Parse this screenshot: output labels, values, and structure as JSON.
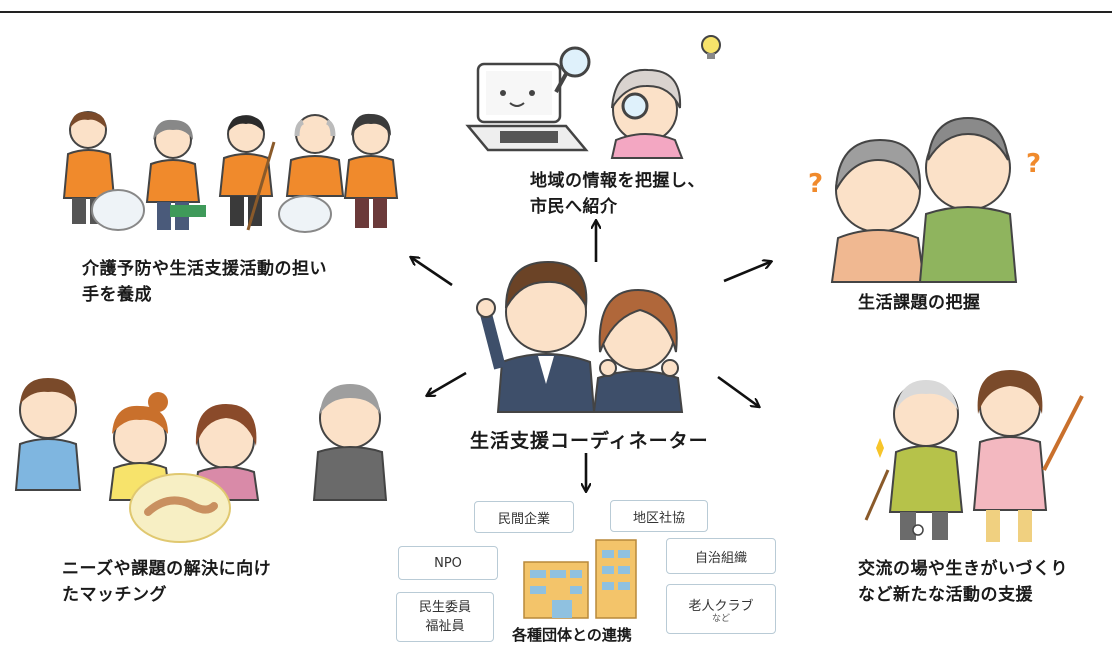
{
  "center_title": "生活支援コーディネーター",
  "roles": {
    "info": "地域の情報を把握し、\n市民へ紹介",
    "training": "介護予防や生活支援活動の担い\n手を養成",
    "issues": "生活課題の把握",
    "matching": "ニーズや課題の解決に向け\nたマッチング",
    "exchange": "交流の場や生きがいづくり\nなど新たな活動の支援"
  },
  "groups": {
    "label": "各種団体との連携",
    "items": [
      {
        "name": "民間企業"
      },
      {
        "name": "地区社協"
      },
      {
        "name": "NPO"
      },
      {
        "name": "自治組織"
      },
      {
        "name": "民生委員\n福祉員"
      },
      {
        "name": "老人クラブ",
        "sub": "など"
      }
    ]
  },
  "colors": {
    "vest": "#f08a2c",
    "suit": "#3e4f6a",
    "skin": "#fbe1c8",
    "hair_brown": "#7a4a2a",
    "chip_border": "#b9cbd6",
    "building": "#f3c46a"
  }
}
